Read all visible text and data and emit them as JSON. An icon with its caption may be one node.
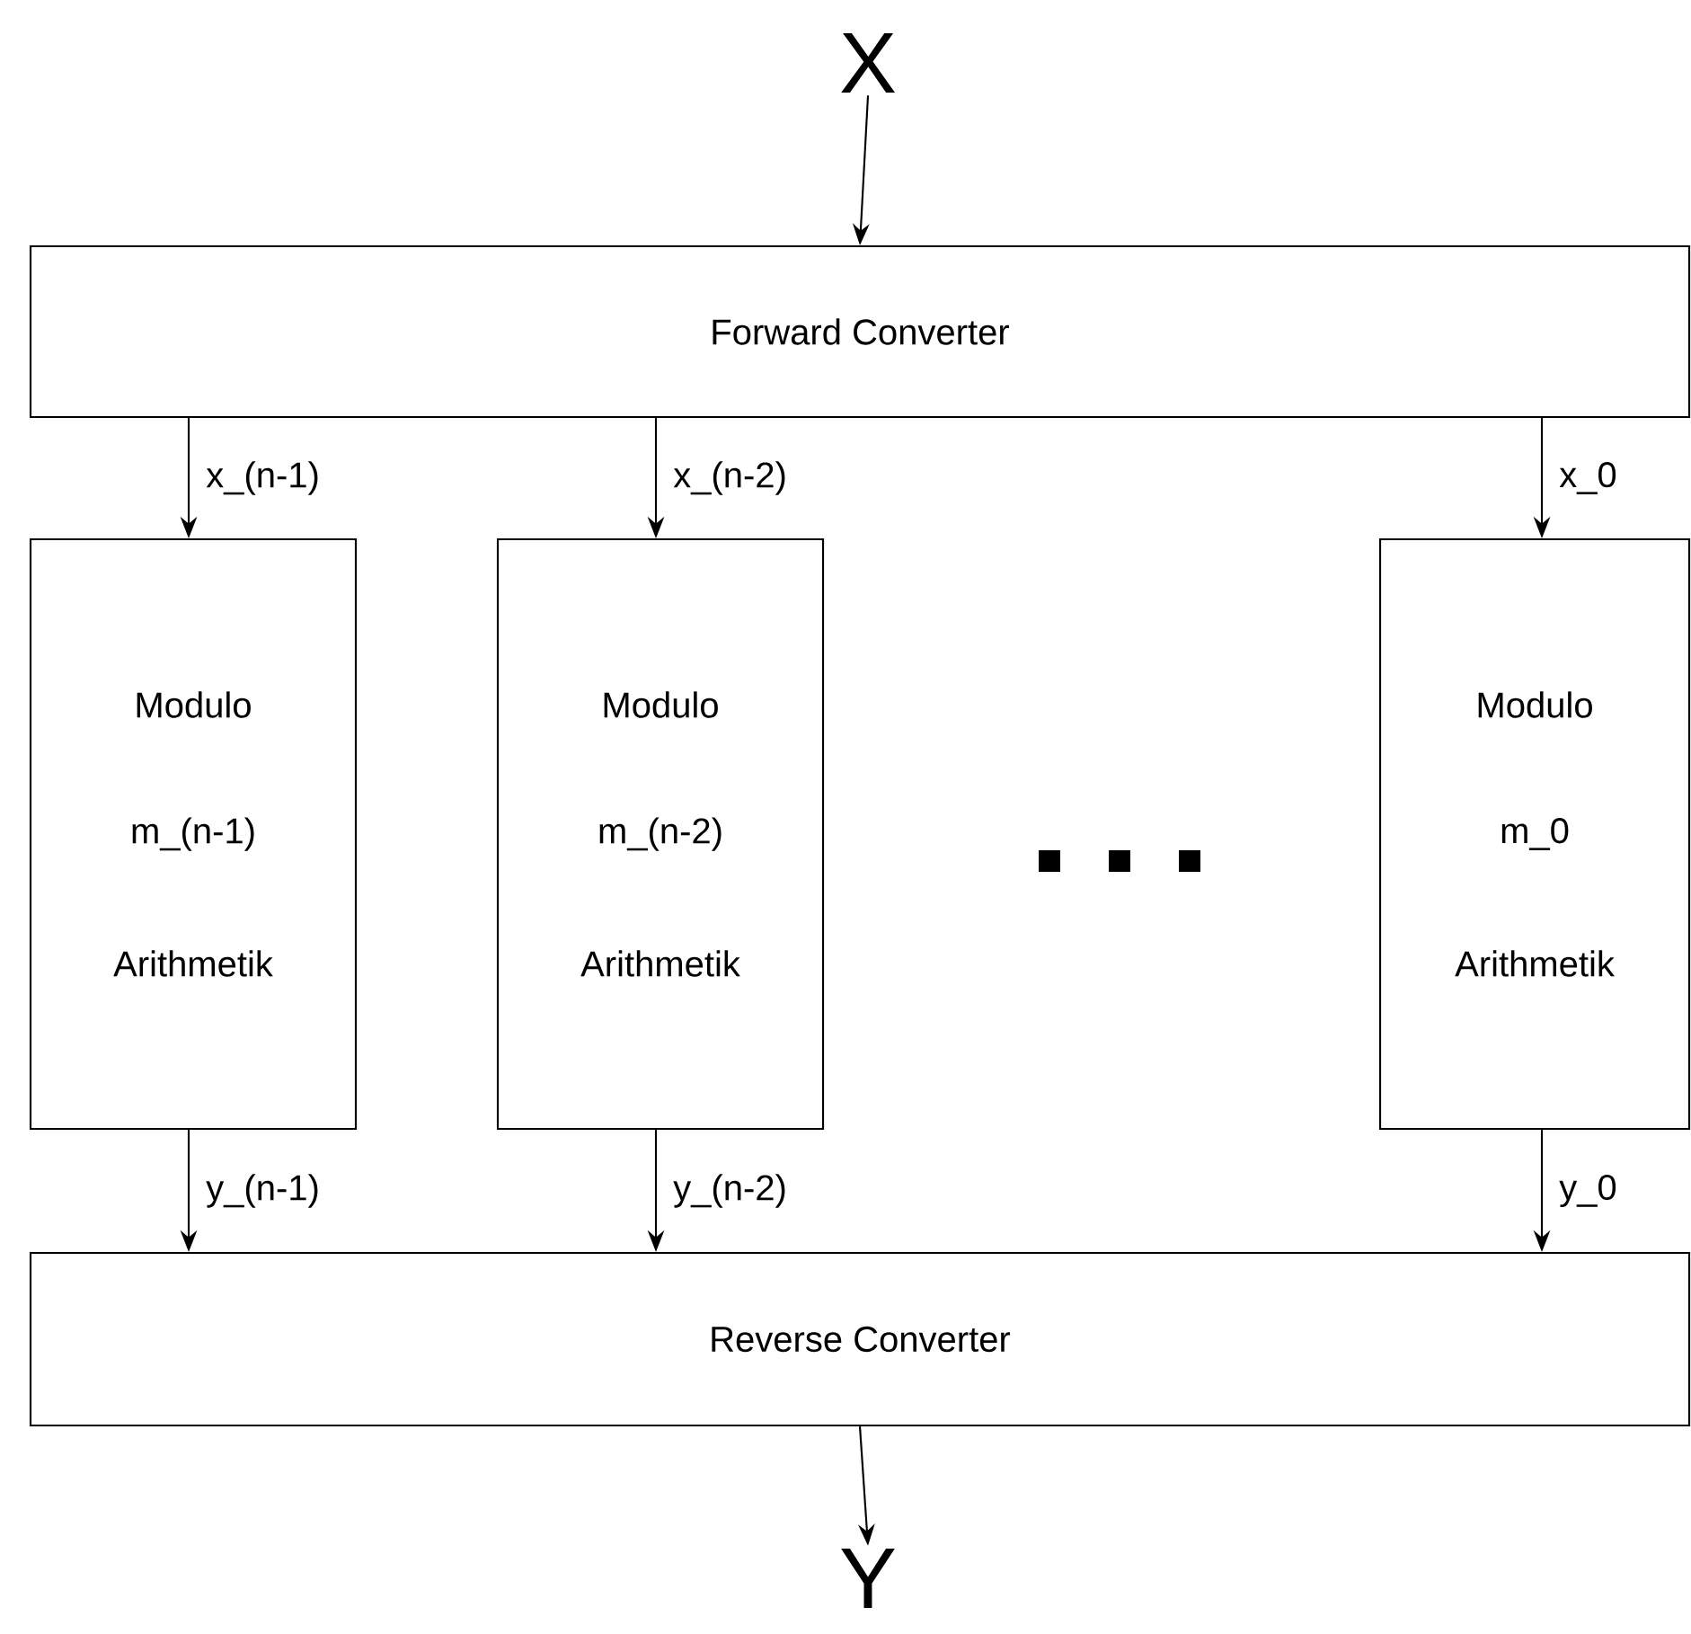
{
  "diagram": {
    "nodes": [
      {
        "text": [
          "X"
        ]
      },
      {
        "text": [
          "Forward Converter"
        ]
      },
      {
        "text": [
          "Modulo",
          "m_(n-1)",
          "Arithmetik"
        ]
      },
      {
        "text": [
          "Modulo",
          "m_(n-2)",
          "Arithmetik"
        ]
      },
      {
        "text": [
          "Modulo",
          "m_0",
          "Arithmetik"
        ]
      },
      {
        "text": [
          "Reverse Converter"
        ]
      },
      {
        "text": [
          "Y"
        ]
      }
    ],
    "edges": [
      {
        "from": 0,
        "to": 1,
        "arrow": "to"
      },
      {
        "from": 1,
        "to": 2,
        "arrow": "to",
        "label": "x_(n-1)"
      },
      {
        "from": 1,
        "to": 3,
        "arrow": "to",
        "label": "x_(n-2)"
      },
      {
        "from": 1,
        "to": 4,
        "arrow": "to",
        "label": "x_0"
      },
      {
        "from": 2,
        "to": 5,
        "arrow": "to",
        "label": "y_(n-1)"
      },
      {
        "from": 3,
        "to": 5,
        "arrow": "to",
        "label": "y_(n-2)"
      },
      {
        "from": 4,
        "to": 5,
        "arrow": "to",
        "label": "y_0"
      },
      {
        "from": 5,
        "to": 6,
        "arrow": "to"
      }
    ]
  }
}
